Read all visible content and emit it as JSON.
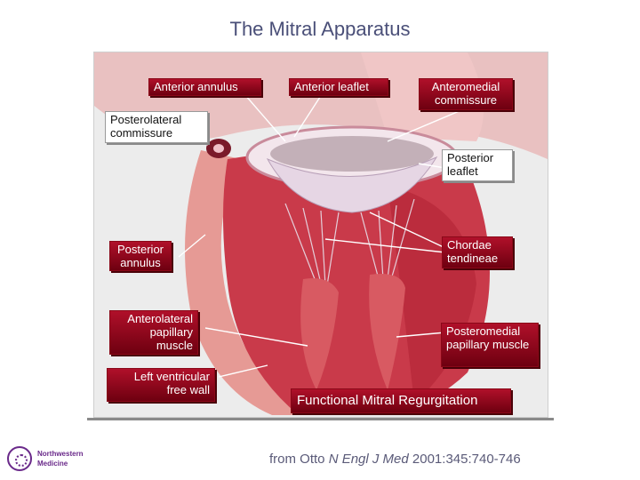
{
  "title": "The Mitral Apparatus",
  "labels": {
    "anterior_annulus": "Anterior annulus",
    "anterior_leaflet": "Anterior leaflet",
    "anteromedial_commissure": "Anteromedial commissure",
    "posterolateral_commissure": "Posterolateral commissure",
    "posterior_leaflet": "Posterior leaflet",
    "posterior_annulus": "Posterior annulus",
    "chordae_tendineae": "Chordae tendineae",
    "anterolateral_papillary_muscle": "Anterolateral papillary muscle",
    "posteromedial_papillary_muscle": "Posteromedial papillary muscle",
    "left_ventricular_free_wall": "Left ventricular free wall",
    "functional_mr": "Functional Mitral Regurgitation"
  },
  "citation": {
    "prefix": "from Otto ",
    "journal": "N Engl J Med",
    "suffix": " 2001:345:740-746"
  },
  "logo": {
    "line1": "Northwestern",
    "line2": "Medicine"
  },
  "colors": {
    "label_red": "#9a0a20",
    "title": "#4a4f78",
    "logo": "#6a2a8a"
  }
}
